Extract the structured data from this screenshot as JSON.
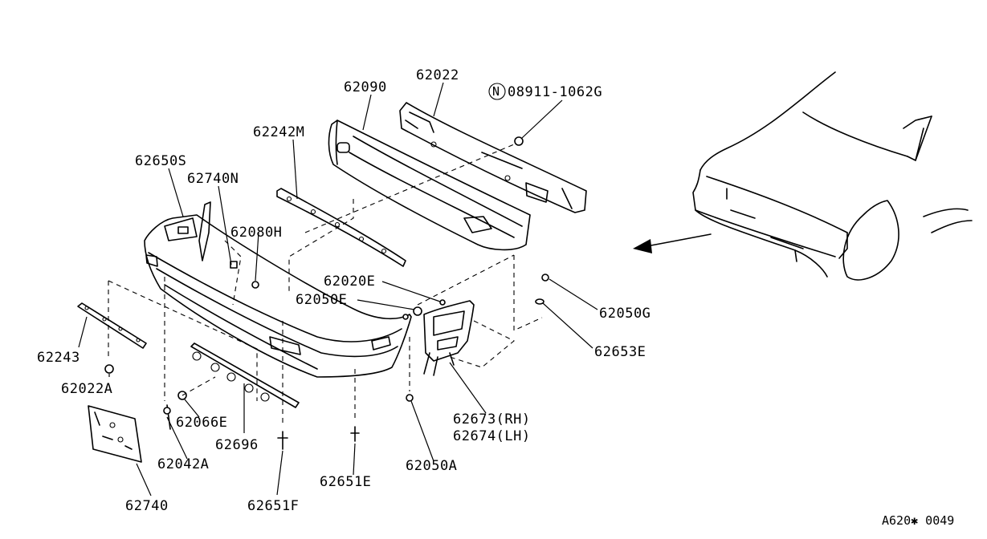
{
  "parts": {
    "p62090": "62090",
    "p62022": "62022",
    "p08911": "08911-1062G",
    "p08911_prefix": "N",
    "p62242M": "62242M",
    "p62650S": "62650S",
    "p62740N": "62740N",
    "p62080H": "62080H",
    "p62020E": "62020E",
    "p62050E": "62050E",
    "p62050G": "62050G",
    "p62653E": "62653E",
    "p62243": "62243",
    "p62022A": "62022A",
    "p62066E": "62066E",
    "p62696": "62696",
    "p62042A": "62042A",
    "p62740": "62740",
    "p62651F": "62651F",
    "p62651E": "62651E",
    "p62050A": "62050A",
    "p62673": "62673(RH)",
    "p62674": "62674(LH)"
  },
  "diagram_code": "A620✱ 0049"
}
